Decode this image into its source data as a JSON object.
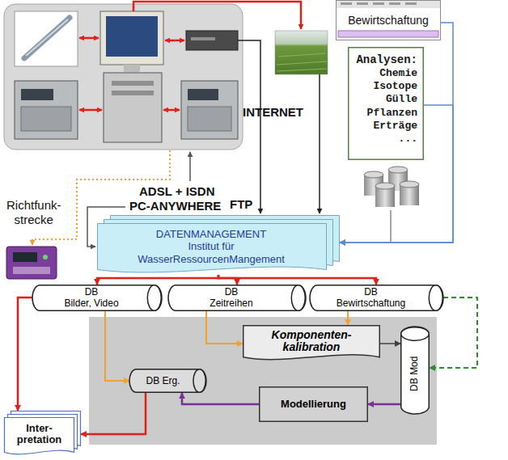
{
  "diagram": {
    "nodes": [
      {
        "text": [
          "Bewirtschaftung"
        ]
      },
      {
        "text": [
          "Analysen:",
          "Chemie Isotope Gülle Pflanzen Erträge ..."
        ]
      },
      {
        "text": [
          "DATENMANAGEMENT",
          "Institut für WasserRessourcenMangement"
        ]
      },
      {
        "text": [
          "DB",
          "Bilder, Video"
        ]
      },
      {
        "text": [
          "DB",
          "Zeitreihen"
        ]
      },
      {
        "text": [
          "DB",
          "Bewirtschaftung"
        ]
      },
      {
        "text": [
          "Komponenten-kalibration"
        ]
      },
      {
        "text": [
          "DB Erg."
        ]
      },
      {
        "text": [
          "Modellierung"
        ]
      },
      {
        "text": [
          "DB Mod"
        ]
      },
      {
        "text": [
          "Inter-pretation"
        ]
      }
    ],
    "edges": [
      {
        "from": 0,
        "to": 2,
        "arrow": "to"
      },
      {
        "from": 1,
        "to": 2,
        "arrow": "to"
      },
      {
        "from": 2,
        "to": 3,
        "arrow": "to"
      },
      {
        "from": 2,
        "to": 4,
        "arrow": "to"
      },
      {
        "from": 2,
        "to": 5,
        "arrow": "to"
      },
      {
        "from": 3,
        "to": 10,
        "arrow": "to"
      },
      {
        "from": 3,
        "to": 7,
        "arrow": "to"
      },
      {
        "from": 4,
        "to": 6,
        "arrow": "to"
      },
      {
        "from": 5,
        "to": 6,
        "arrow": "to"
      },
      {
        "from": 5,
        "to": 9,
        "arrow": "to"
      },
      {
        "from": 6,
        "to": 9,
        "arrow": "to"
      },
      {
        "from": 9,
        "to": 8,
        "arrow": "to"
      },
      {
        "from": 8,
        "to": 7,
        "arrow": "to"
      },
      {
        "from": 7,
        "to": 10,
        "arrow": "to"
      }
    ],
    "labels": [
      "Richtfunk-strecke",
      "ADSL + ISDN",
      "PC-ANYWHERE",
      "FTP",
      "INTERNET"
    ]
  }
}
